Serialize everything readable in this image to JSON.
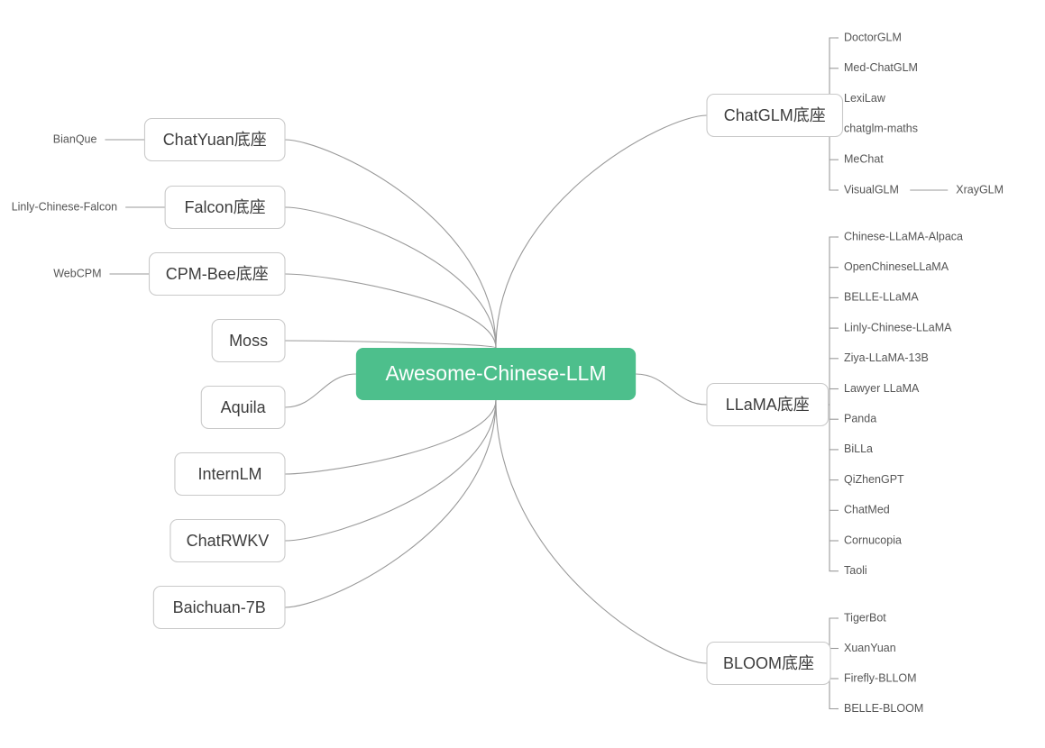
{
  "diagram": {
    "type": "mindmap",
    "title": "Awesome-Chinese-LLM",
    "colors": {
      "root_fill": "#4dbf8c",
      "root_text": "#ffffff",
      "node_fill": "#ffffff",
      "node_border": "#c9c9c9",
      "node_text": "#3d3d3d",
      "leaf_text": "#555555",
      "edge": "#9a9a9a",
      "background": "#ffffff"
    }
  },
  "root": {
    "label": "Awesome-Chinese-LLM"
  },
  "branches": {
    "right": [
      {
        "id": "chatglm",
        "label": "ChatGLM底座",
        "children": [
          {
            "label": "DoctorGLM"
          },
          {
            "label": "Med-ChatGLM"
          },
          {
            "label": "LexiLaw"
          },
          {
            "label": "chatglm-maths"
          },
          {
            "label": "MeChat"
          },
          {
            "label": "VisualGLM",
            "child": "XrayGLM"
          }
        ]
      },
      {
        "id": "llama",
        "label": "LLaMA底座",
        "children": [
          {
            "label": "Chinese-LLaMA-Alpaca"
          },
          {
            "label": "OpenChineseLLaMA"
          },
          {
            "label": "BELLE-LLaMA"
          },
          {
            "label": "Linly-Chinese-LLaMA"
          },
          {
            "label": "Ziya-LLaMA-13B"
          },
          {
            "label": "Lawyer LLaMA"
          },
          {
            "label": "Panda"
          },
          {
            "label": "BiLLa"
          },
          {
            "label": "QiZhenGPT"
          },
          {
            "label": "ChatMed"
          },
          {
            "label": "Cornucopia"
          },
          {
            "label": "Taoli"
          }
        ]
      },
      {
        "id": "bloom",
        "label": "BLOOM底座",
        "children": [
          {
            "label": "TigerBot"
          },
          {
            "label": "XuanYuan"
          },
          {
            "label": "Firefly-BLLOM"
          },
          {
            "label": "BELLE-BLOOM"
          }
        ]
      }
    ],
    "left": [
      {
        "id": "chatyuan",
        "label": "ChatYuan底座",
        "child": "BianQue"
      },
      {
        "id": "falcon",
        "label": "Falcon底座",
        "child": "Linly-Chinese-Falcon"
      },
      {
        "id": "cpmbee",
        "label": "CPM-Bee底座",
        "child": "WebCPM"
      },
      {
        "id": "moss",
        "label": "Moss",
        "child": null
      },
      {
        "id": "aquila",
        "label": "Aquila",
        "child": null
      },
      {
        "id": "internlm",
        "label": "InternLM",
        "child": null
      },
      {
        "id": "chatrwkv",
        "label": "ChatRWKV",
        "child": null
      },
      {
        "id": "baichuan",
        "label": "Baichuan-7B",
        "child": null
      }
    ]
  }
}
